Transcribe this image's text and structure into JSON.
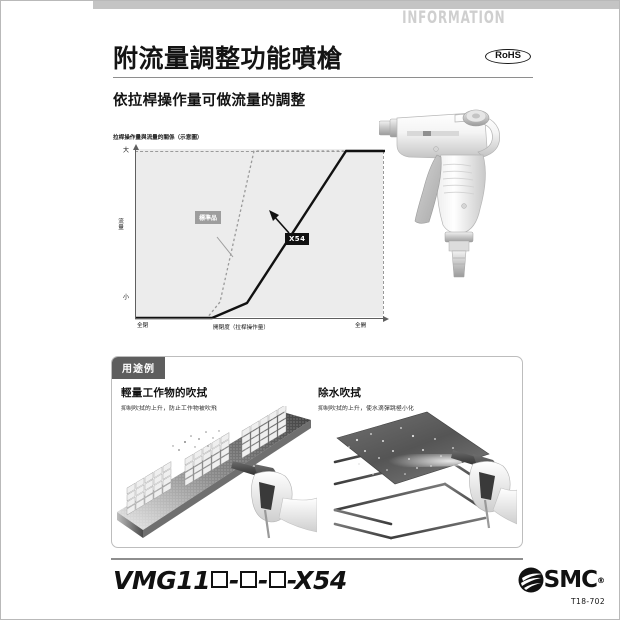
{
  "banner": {
    "label": "INFORMATION"
  },
  "header": {
    "title": "附流量調整功能噴槍",
    "rohs_badge": "RoHS",
    "subtitle": "依拉桿操作量可做流量的調整"
  },
  "chart_data": {
    "type": "line",
    "title": "拉桿操作量與流量的關係（示意圖）",
    "xlabel": "開閉度（拉桿操作量）",
    "ylabel": "流量",
    "ytick_top": "大",
    "ytick_bottom": "小",
    "xtick_left": "全閉",
    "xtick_right": "全開",
    "grid": false,
    "xlim": [
      0,
      100
    ],
    "ylim": [
      0,
      100
    ],
    "series": [
      {
        "name": "標準品",
        "style": "dashed",
        "color": "#9a9a9a",
        "x": [
          0,
          29,
          34,
          48,
          100
        ],
        "y": [
          0,
          0,
          10,
          100,
          100
        ]
      },
      {
        "name": "X54",
        "style": "solid",
        "color": "#111111",
        "x": [
          0,
          31,
          45,
          85,
          100
        ],
        "y": [
          0,
          0,
          9,
          100,
          100
        ]
      }
    ],
    "annotations": [
      {
        "text": "標準品",
        "style": "gray-box"
      },
      {
        "text": "X54",
        "style": "black-box"
      }
    ]
  },
  "usecase": {
    "tag": "用途例",
    "cases": [
      {
        "heading": "輕量工作物的吹拭",
        "description": "抑制吹拭的上升，防止工作物被吹飛",
        "image_name": "conveyor-blowing-illustration"
      },
      {
        "heading": "除水吹拭",
        "description": "抑制吹拭的上升，使水滴彈跳極小化",
        "image_name": "water-removal-illustration"
      }
    ]
  },
  "footer": {
    "model_prefix": "VMG11",
    "model_sep": "-",
    "model_suffix": "-X54",
    "brand": "SMC",
    "brand_mark": "®",
    "doc_code": "T18-702"
  }
}
